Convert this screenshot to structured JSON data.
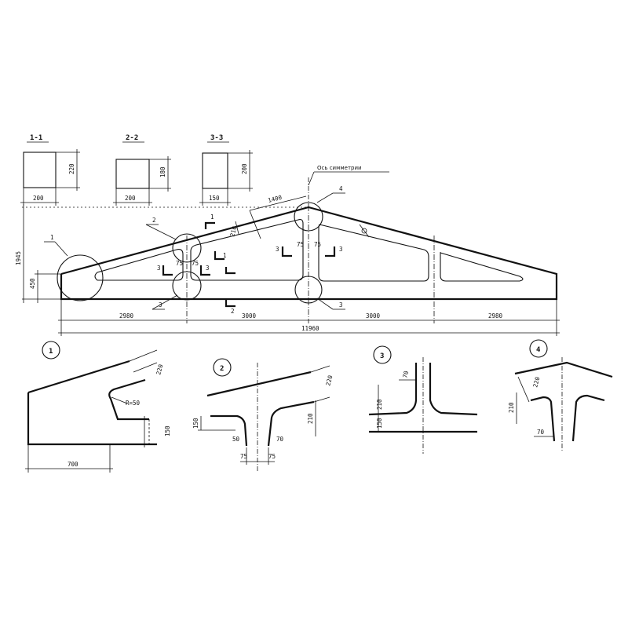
{
  "sections": [
    {
      "title": "1-1",
      "width": "200",
      "height": "220"
    },
    {
      "title": "2-2",
      "width": "200",
      "height": "180"
    },
    {
      "title": "3-3",
      "width": "150",
      "height": "200"
    }
  ],
  "axis_label": "Ось симметрии",
  "truss": {
    "total_height": "1945",
    "end_height": "450",
    "top_panel": "1400",
    "top_depth": "210",
    "web_widths": [
      "75",
      "75",
      "75",
      "75"
    ],
    "spans": [
      "2980",
      "3000",
      "3000",
      "2980"
    ],
    "total_span": "11960",
    "callouts": [
      "1",
      "2",
      "3",
      "4",
      "3"
    ],
    "cut_marks": [
      "1",
      "1",
      "2",
      "2",
      "3",
      "3",
      "3",
      "3"
    ]
  },
  "details": [
    {
      "number": "1",
      "dims": [
        "220",
        "R=50",
        "150",
        "700"
      ]
    },
    {
      "number": "2",
      "dims": [
        "150",
        "220",
        "210",
        "50",
        "70",
        "75",
        "75"
      ]
    },
    {
      "number": "3",
      "dims": [
        "70",
        "210",
        "150"
      ]
    },
    {
      "number": "4",
      "dims": [
        "220",
        "210",
        "70"
      ]
    }
  ]
}
